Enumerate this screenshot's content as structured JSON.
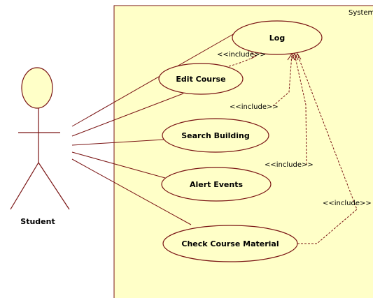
{
  "system": {
    "label": "System"
  },
  "actor": {
    "name": "Student"
  },
  "use_cases": {
    "log": "Log",
    "edit_course": "Edit Course",
    "search_building": "Search Building",
    "alert_events": "Alert Events",
    "check_course_material": "Check Course Material"
  },
  "relations": {
    "include_edit": "<<include>>",
    "include_search": "<<include>>",
    "include_alert": "<<include>>",
    "include_check": "<<include>>"
  },
  "colors": {
    "fill": "#ffffc8",
    "stroke": "#7a1414"
  }
}
